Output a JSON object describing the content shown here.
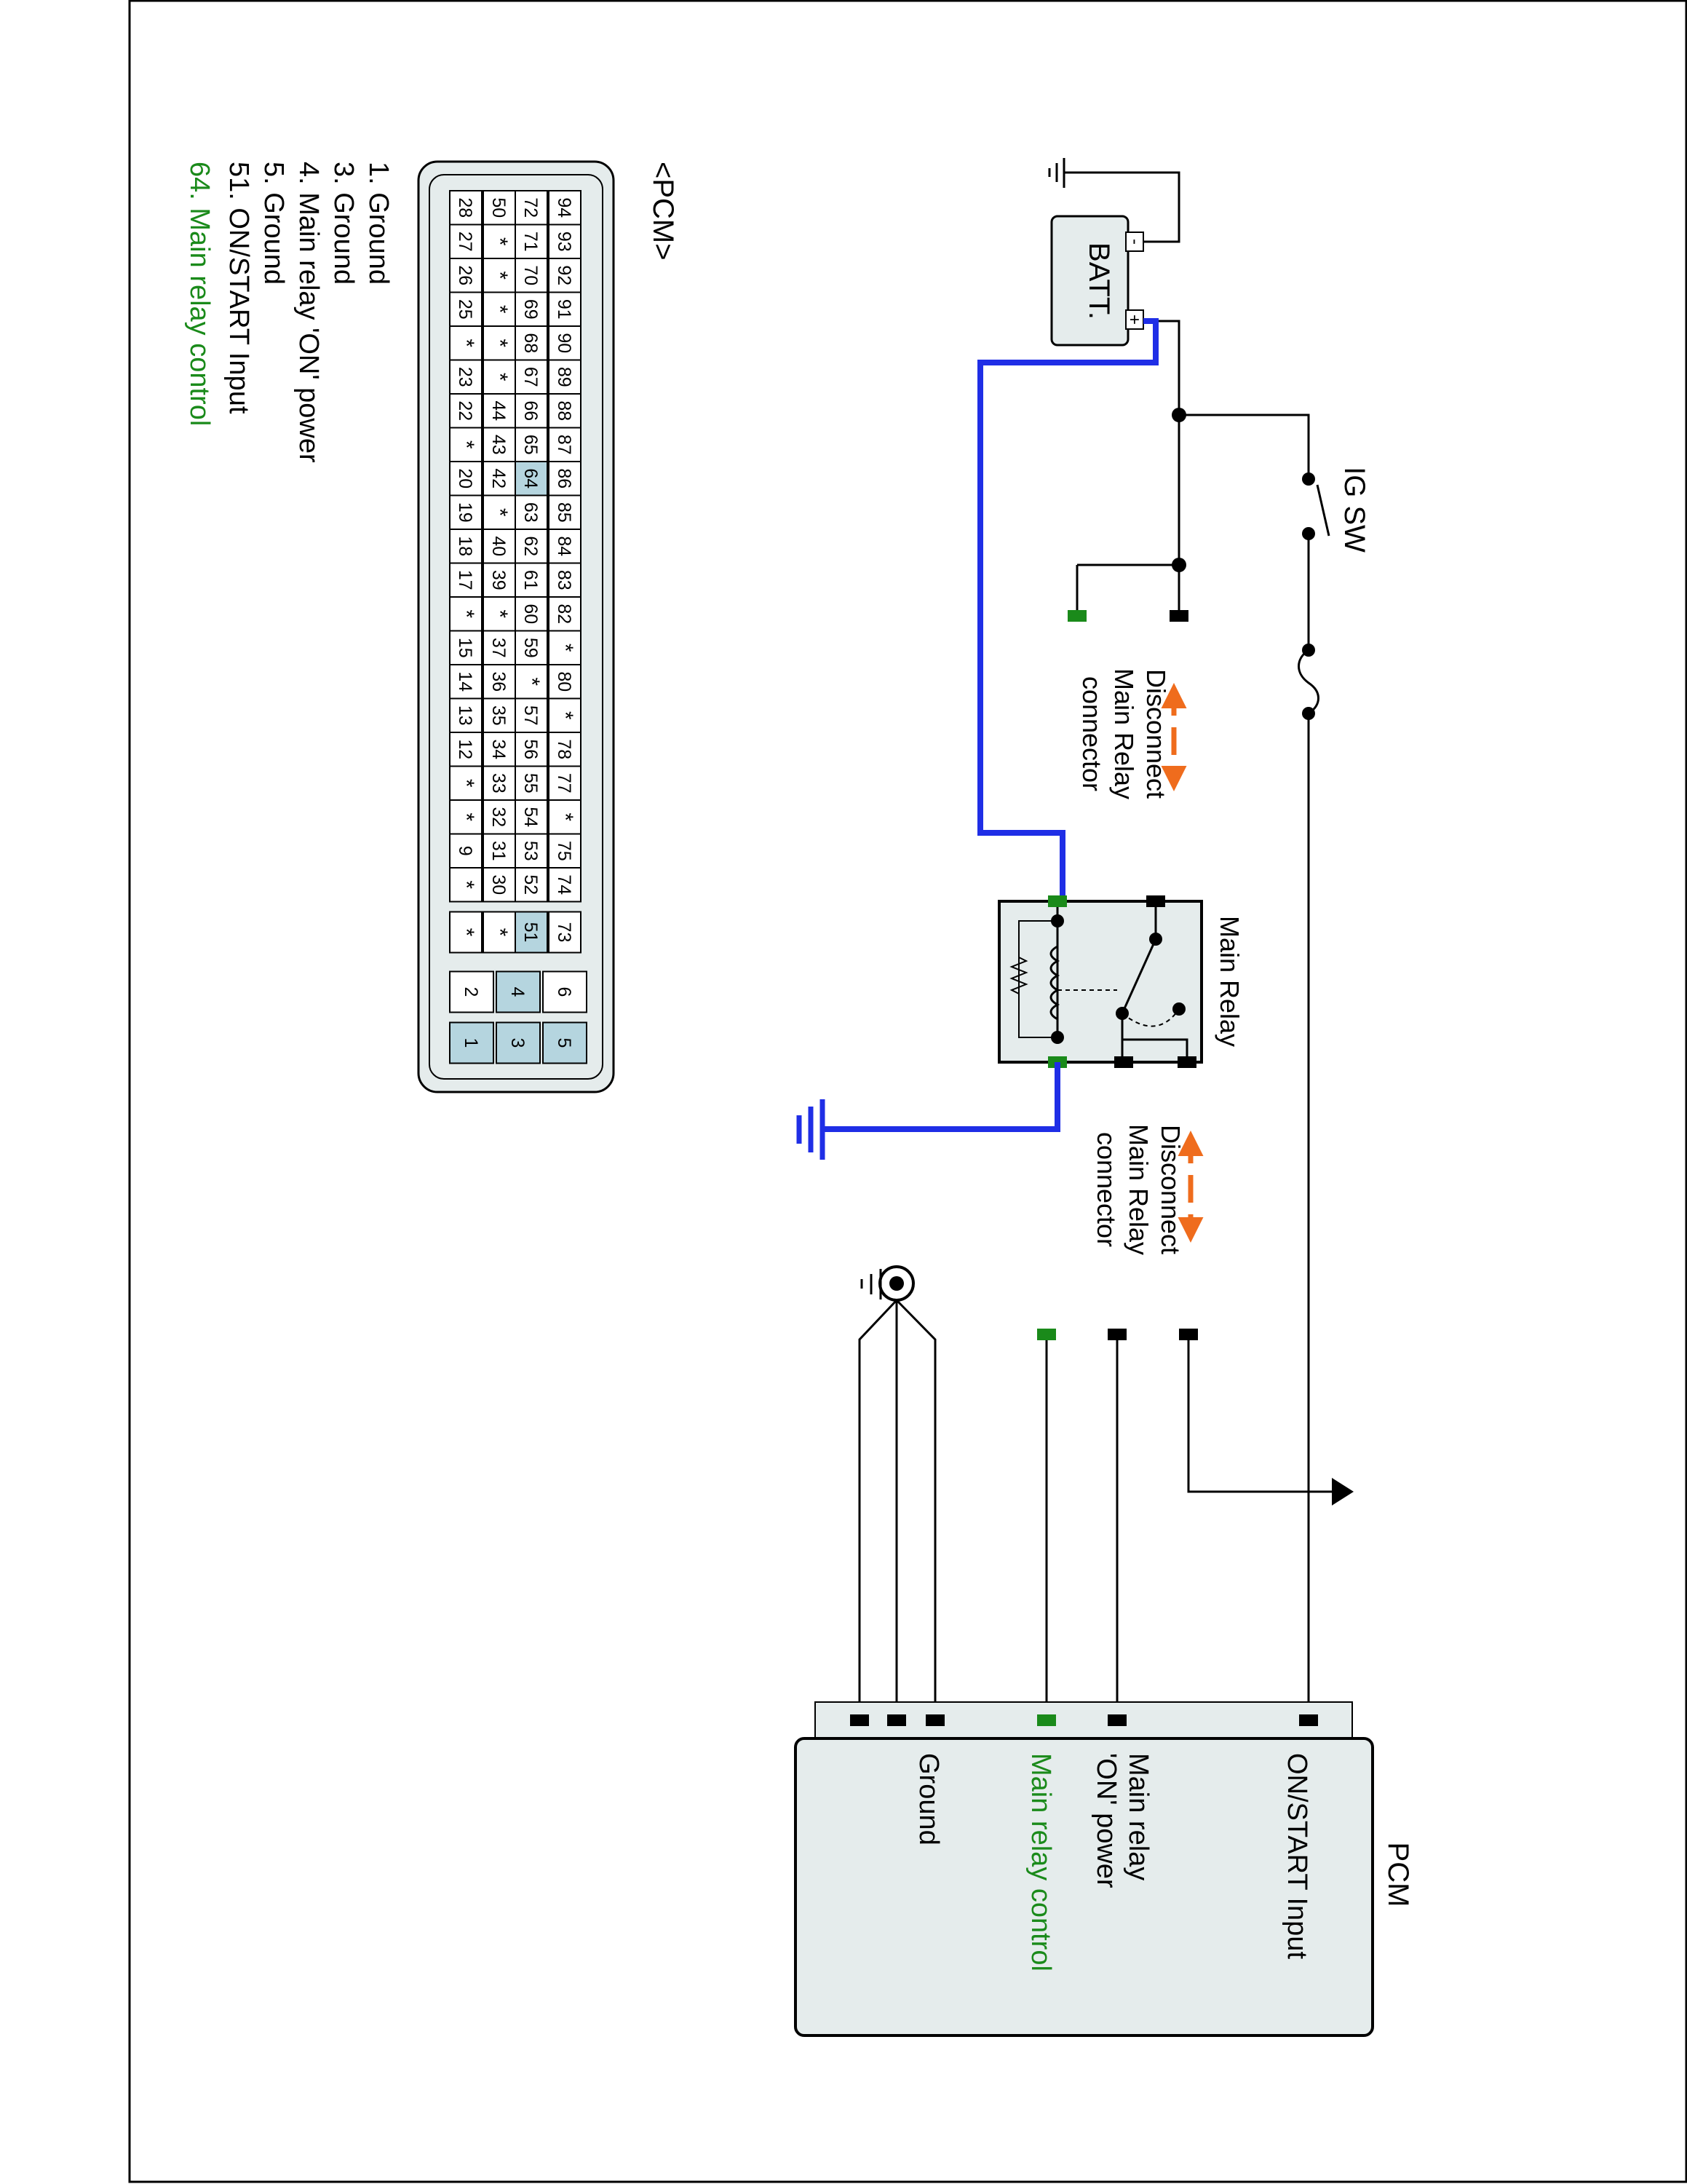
{
  "diagram": {
    "labels": {
      "battery": "BATT.",
      "battery_plus": "+",
      "battery_minus": "-",
      "ig_switch": "IG SW",
      "main_relay": "Main Relay",
      "disconnect_top": [
        "Disconnect",
        "Main Relay",
        "connector"
      ],
      "disconnect_bottom": [
        "Disconnect",
        "Main Relay",
        "connector"
      ],
      "pcm_box": "PCM",
      "pcm_connector_title": "<PCM>"
    },
    "pcm_pins": {
      "on_start": "ON/START Input",
      "main_relay_on_power": [
        "Main relay",
        "'ON' power"
      ],
      "main_relay_control": "Main relay control",
      "ground": "Ground"
    },
    "legend": [
      {
        "text": "1. Ground",
        "highlight": false
      },
      {
        "text": "3. Ground",
        "highlight": false
      },
      {
        "text": "4. Main relay 'ON' power",
        "highlight": false
      },
      {
        "text": "5. Ground",
        "highlight": false
      },
      {
        "text": "51. ON/START Input",
        "highlight": false
      },
      {
        "text": "64. Main relay control",
        "highlight": true
      }
    ],
    "connector": {
      "rows": [
        [
          "94",
          "93",
          "92",
          "91",
          "90",
          "89",
          "88",
          "87",
          "86",
          "85",
          "84",
          "83",
          "82",
          "*",
          "80",
          "*",
          "78",
          "77",
          "*",
          "75",
          "74"
        ],
        [
          "72",
          "71",
          "70",
          "69",
          "68",
          "67",
          "66",
          "65",
          "64",
          "63",
          "62",
          "61",
          "60",
          "59",
          "*",
          "57",
          "56",
          "55",
          "54",
          "53",
          "52"
        ],
        [
          "50",
          "*",
          "*",
          "*",
          "*",
          "*",
          "44",
          "43",
          "42",
          "*",
          "40",
          "39",
          "*",
          "37",
          "36",
          "35",
          "34",
          "33",
          "32",
          "31",
          "30"
        ],
        [
          "28",
          "27",
          "26",
          "25",
          "*",
          "23",
          "22",
          "*",
          "20",
          "19",
          "18",
          "17",
          "*",
          "15",
          "14",
          "13",
          "12",
          "*",
          "*",
          "9",
          "*"
        ]
      ],
      "side_column": [
        "73",
        "51",
        "*",
        "*"
      ],
      "small_grid": [
        [
          "6",
          "5"
        ],
        [
          "4",
          "3"
        ],
        [
          "2",
          "1"
        ]
      ],
      "highlighted": [
        "64",
        "51",
        "4",
        "3",
        "5",
        "1"
      ]
    },
    "colors": {
      "highlight_cell": "#b5d5df",
      "wire_blue": "#1f2ee6",
      "green": "#1a8a1a",
      "arrow_orange": "#ef6c1d",
      "pcm_fill": "#e5ecec"
    }
  }
}
